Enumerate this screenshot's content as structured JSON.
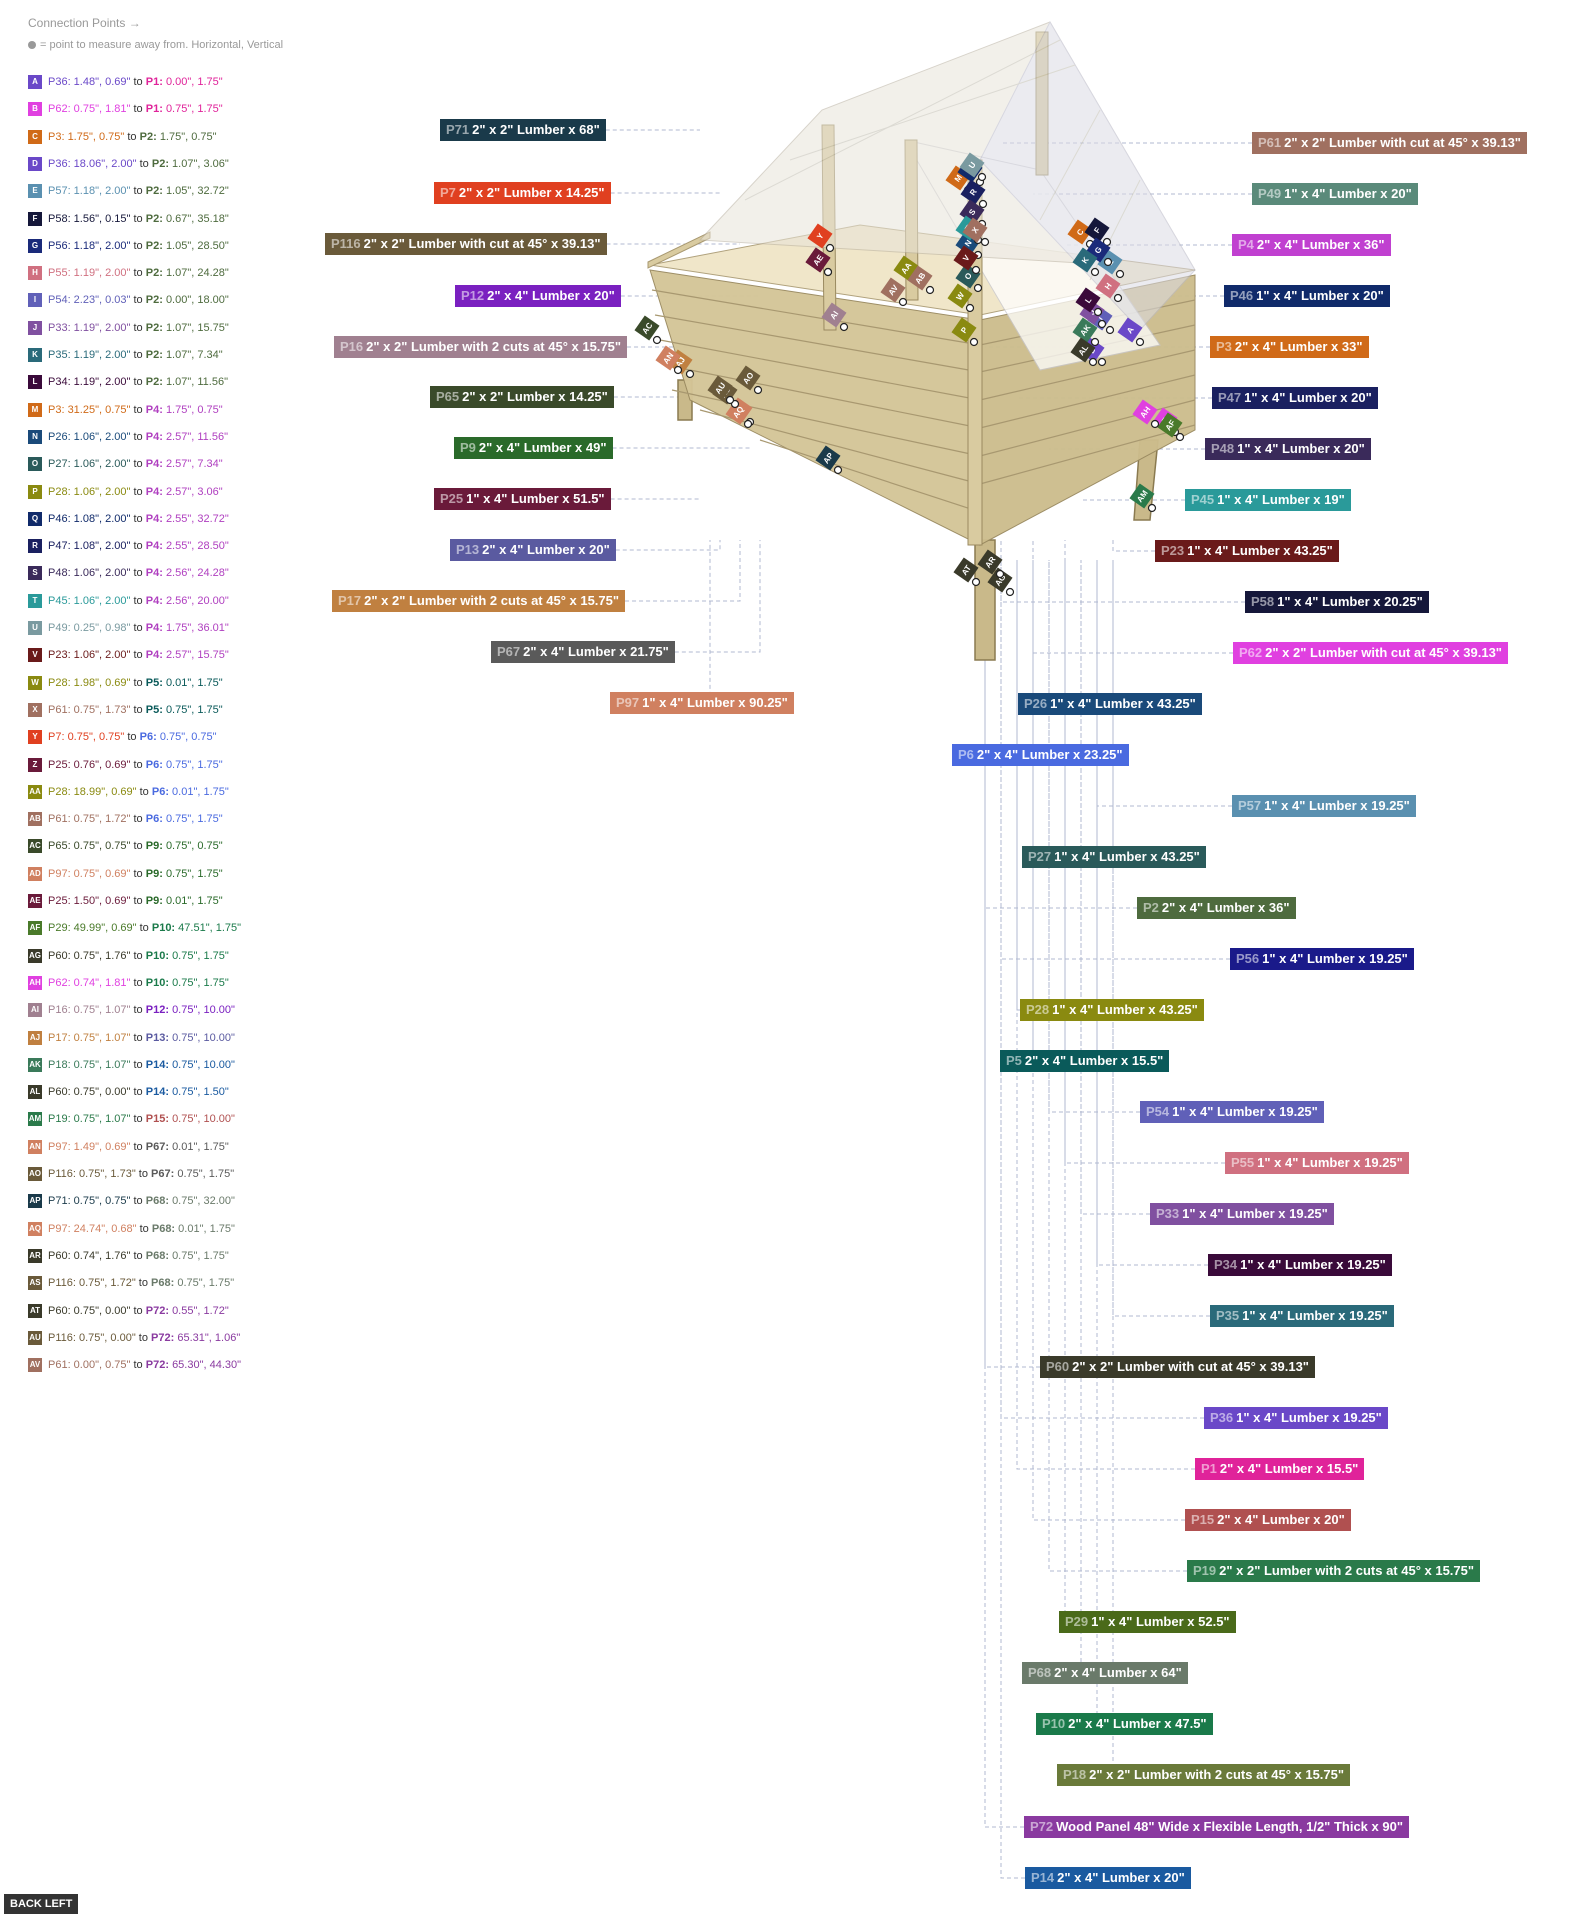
{
  "header": {
    "title": "Connection Points →",
    "subtitle": "= point to measure away from. Horizontal, Vertical"
  },
  "connections": [
    {
      "code": "A",
      "color": "#6a48c8",
      "p1": "P36",
      "v1": "1.48\", 0.69\"",
      "to": "to",
      "p2": "P1",
      "v2": "0.00\", 1.75\"",
      "p2color": "#e0239a"
    },
    {
      "code": "B",
      "color": "#e040e0",
      "p1": "P62",
      "v1": "0.75\", 1.81\"",
      "to": "to",
      "p2": "P1",
      "v2": "0.75\", 1.75\"",
      "p2color": "#e0239a"
    },
    {
      "code": "C",
      "color": "#d06a18",
      "p1": "P3",
      "v1": "1.75\", 0.75\"",
      "to": "to",
      "p2": "P2",
      "v2": "1.75\", 0.75\"",
      "p2color": "#4e6b3e"
    },
    {
      "code": "D",
      "color": "#6a48c8",
      "p1": "P36",
      "v1": "18.06\", 2.00\"",
      "to": "to",
      "p2": "P2",
      "v2": "1.07\", 3.06\"",
      "p2color": "#4e6b3e"
    },
    {
      "code": "E",
      "color": "#5a90b0",
      "p1": "P57",
      "v1": "1.18\", 2.00\"",
      "to": "to",
      "p2": "P2",
      "v2": "1.05\", 32.72\"",
      "p2color": "#4e6b3e"
    },
    {
      "code": "F",
      "color": "#15173a",
      "p1": "P58",
      "v1": "1.56\", 0.15\"",
      "to": "to",
      "p2": "P2",
      "v2": "0.67\", 35.18\"",
      "p2color": "#4e6b3e"
    },
    {
      "code": "G",
      "color": "#1a2a7a",
      "p1": "P56",
      "v1": "1.18\", 2.00\"",
      "to": "to",
      "p2": "P2",
      "v2": "1.05\", 28.50\"",
      "p2color": "#4e6b3e"
    },
    {
      "code": "H",
      "color": "#d07080",
      "p1": "P55",
      "v1": "1.19\", 2.00\"",
      "to": "to",
      "p2": "P2",
      "v2": "1.07\", 24.28\"",
      "p2color": "#4e6b3e"
    },
    {
      "code": "I",
      "color": "#6060b8",
      "p1": "P54",
      "v1": "2.23\", 0.03\"",
      "to": "to",
      "p2": "P2",
      "v2": "0.00\", 18.00\"",
      "p2color": "#4e6b3e"
    },
    {
      "code": "J",
      "color": "#8050a0",
      "p1": "P33",
      "v1": "1.19\", 2.00\"",
      "to": "to",
      "p2": "P2",
      "v2": "1.07\", 15.75\"",
      "p2color": "#4e6b3e"
    },
    {
      "code": "K",
      "color": "#2a6a7a",
      "p1": "P35",
      "v1": "1.19\", 2.00\"",
      "to": "to",
      "p2": "P2",
      "v2": "1.07\", 7.34\"",
      "p2color": "#4e6b3e"
    },
    {
      "code": "L",
      "color": "#3a0a3a",
      "p1": "P34",
      "v1": "1.19\", 2.00\"",
      "to": "to",
      "p2": "P2",
      "v2": "1.07\", 11.56\"",
      "p2color": "#4e6b3e"
    },
    {
      "code": "M",
      "color": "#d06a18",
      "p1": "P3",
      "v1": "31.25\", 0.75\"",
      "to": "to",
      "p2": "P4",
      "v2": "1.75\", 0.75\"",
      "p2color": "#b040c0"
    },
    {
      "code": "N",
      "color": "#1a4a7a",
      "p1": "P26",
      "v1": "1.06\", 2.00\"",
      "to": "to",
      "p2": "P4",
      "v2": "2.57\", 11.56\"",
      "p2color": "#b040c0"
    },
    {
      "code": "O",
      "color": "#2a5a5a",
      "p1": "P27",
      "v1": "1.06\", 2.00\"",
      "to": "to",
      "p2": "P4",
      "v2": "2.57\", 7.34\"",
      "p2color": "#b040c0"
    },
    {
      "code": "P",
      "color": "#8a8a10",
      "p1": "P28",
      "v1": "1.06\", 2.00\"",
      "to": "to",
      "p2": "P4",
      "v2": "2.57\", 3.06\"",
      "p2color": "#b040c0"
    },
    {
      "code": "Q",
      "color": "#102a6a",
      "p1": "P46",
      "v1": "1.08\", 2.00\"",
      "to": "to",
      "p2": "P4",
      "v2": "2.55\", 32.72\"",
      "p2color": "#b040c0"
    },
    {
      "code": "R",
      "color": "#1a2060",
      "p1": "P47",
      "v1": "1.08\", 2.00\"",
      "to": "to",
      "p2": "P4",
      "v2": "2.55\", 28.50\"",
      "p2color": "#b040c0"
    },
    {
      "code": "S",
      "color": "#3a2a5a",
      "p1": "P48",
      "v1": "1.06\", 2.00\"",
      "to": "to",
      "p2": "P4",
      "v2": "2.56\", 24.28\"",
      "p2color": "#b040c0"
    },
    {
      "code": "T",
      "color": "#2a9a9a",
      "p1": "P45",
      "v1": "1.06\", 2.00\"",
      "to": "to",
      "p2": "P4",
      "v2": "2.56\", 20.00\"",
      "p2color": "#b040c0"
    },
    {
      "code": "U",
      "color": "#7a9aa0",
      "p1": "P49",
      "v1": "0.25\", 0.98\"",
      "to": "to",
      "p2": "P4",
      "v2": "1.75\", 36.01\"",
      "p2color": "#b040c0"
    },
    {
      "code": "V",
      "color": "#6a1a1a",
      "p1": "P23",
      "v1": "1.06\", 2.00\"",
      "to": "to",
      "p2": "P4",
      "v2": "2.57\", 15.75\"",
      "p2color": "#b040c0"
    },
    {
      "code": "W",
      "color": "#8a8a10",
      "p1": "P28",
      "v1": "1.98\", 0.69\"",
      "to": "to",
      "p2": "P5",
      "v2": "0.01\", 1.75\"",
      "p2color": "#0a5a5a"
    },
    {
      "code": "X",
      "color": "#a07060",
      "p1": "P61",
      "v1": "0.75\", 1.73\"",
      "to": "to",
      "p2": "P5",
      "v2": "0.75\", 1.75\"",
      "p2color": "#0a5a5a"
    },
    {
      "code": "Y",
      "color": "#e04020",
      "p1": "P7",
      "v1": "0.75\", 0.75\"",
      "to": "to",
      "p2": "P6",
      "v2": "0.75\", 0.75\"",
      "p2color": "#4a6ae0"
    },
    {
      "code": "Z",
      "color": "#6a1a3a",
      "p1": "P25",
      "v1": "0.76\", 0.69\"",
      "to": "to",
      "p2": "P6",
      "v2": "0.75\", 1.75\"",
      "p2color": "#4a6ae0"
    },
    {
      "code": "AA",
      "color": "#8a8a10",
      "p1": "P28",
      "v1": "18.99\", 0.69\"",
      "to": "to",
      "p2": "P6",
      "v2": "0.01\", 1.75\"",
      "p2color": "#4a6ae0"
    },
    {
      "code": "AB",
      "color": "#a07060",
      "p1": "P61",
      "v1": "0.75\", 1.72\"",
      "to": "to",
      "p2": "P6",
      "v2": "0.75\", 1.75\"",
      "p2color": "#4a6ae0"
    },
    {
      "code": "AC",
      "color": "#3a4a2a",
      "p1": "P65",
      "v1": "0.75\", 0.75\"",
      "to": "to",
      "p2": "P9",
      "v2": "0.75\", 0.75\"",
      "p2color": "#2a6a2a"
    },
    {
      "code": "AD",
      "color": "#d08060",
      "p1": "P97",
      "v1": "0.75\", 0.69\"",
      "to": "to",
      "p2": "P9",
      "v2": "0.75\", 1.75\"",
      "p2color": "#2a6a2a"
    },
    {
      "code": "AE",
      "color": "#6a1a3a",
      "p1": "P25",
      "v1": "1.50\", 0.69\"",
      "to": "to",
      "p2": "P9",
      "v2": "0.01\", 1.75\"",
      "p2color": "#2a6a2a"
    },
    {
      "code": "AF",
      "color": "#4a7a2a",
      "p1": "P29",
      "v1": "49.99\", 0.69\"",
      "to": "to",
      "p2": "P10",
      "v2": "47.51\", 1.75\"",
      "p2color": "#1a7a4a"
    },
    {
      "code": "AG",
      "color": "#3a3a2a",
      "p1": "P60",
      "v1": "0.75\", 1.76\"",
      "to": "to",
      "p2": "P10",
      "v2": "0.75\", 1.75\"",
      "p2color": "#1a7a4a"
    },
    {
      "code": "AH",
      "color": "#e040e0",
      "p1": "P62",
      "v1": "0.74\", 1.81\"",
      "to": "to",
      "p2": "P10",
      "v2": "0.75\", 1.75\"",
      "p2color": "#1a7a4a"
    },
    {
      "code": "AI",
      "color": "#a08090",
      "p1": "P16",
      "v1": "0.75\", 1.07\"",
      "to": "to",
      "p2": "P12",
      "v2": "0.75\", 10.00\"",
      "p2color": "#7a20c0"
    },
    {
      "code": "AJ",
      "color": "#c08040",
      "p1": "P17",
      "v1": "0.75\", 1.07\"",
      "to": "to",
      "p2": "P13",
      "v2": "0.75\", 10.00\"",
      "p2color": "#5a5aa0"
    },
    {
      "code": "AK",
      "color": "#3a7a5a",
      "p1": "P18",
      "v1": "0.75\", 1.07\"",
      "to": "to",
      "p2": "P14",
      "v2": "0.75\", 10.00\"",
      "p2color": "#1a5aa0"
    },
    {
      "code": "AL",
      "color": "#3a3a2a",
      "p1": "P60",
      "v1": "0.75\", 0.00\"",
      "to": "to",
      "p2": "P14",
      "v2": "0.75\", 1.50\"",
      "p2color": "#1a5aa0"
    },
    {
      "code": "AM",
      "color": "#2a7a4a",
      "p1": "P19",
      "v1": "0.75\", 1.07\"",
      "to": "to",
      "p2": "P15",
      "v2": "0.75\", 10.00\"",
      "p2color": "#b05050"
    },
    {
      "code": "AN",
      "color": "#d08060",
      "p1": "P97",
      "v1": "1.49\", 0.69\"",
      "to": "to",
      "p2": "P67",
      "v2": "0.01\", 1.75\"",
      "p2color": "#5a5a5a"
    },
    {
      "code": "AO",
      "color": "#6a5a3a",
      "p1": "P116",
      "v1": "0.75\", 1.73\"",
      "to": "to",
      "p2": "P67",
      "v2": "0.75\", 1.75\"",
      "p2color": "#5a5a5a"
    },
    {
      "code": "AP",
      "color": "#1a3a4a",
      "p1": "P71",
      "v1": "0.75\", 0.75\"",
      "to": "to",
      "p2": "P68",
      "v2": "0.75\", 32.00\"",
      "p2color": "#6a7a6a"
    },
    {
      "code": "AQ",
      "color": "#d08060",
      "p1": "P97",
      "v1": "24.74\", 0.68\"",
      "to": "to",
      "p2": "P68",
      "v2": "0.01\", 1.75\"",
      "p2color": "#6a7a6a"
    },
    {
      "code": "AR",
      "color": "#3a3a2a",
      "p1": "P60",
      "v1": "0.74\", 1.76\"",
      "to": "to",
      "p2": "P68",
      "v2": "0.75\", 1.75\"",
      "p2color": "#6a7a6a"
    },
    {
      "code": "AS",
      "color": "#6a5a3a",
      "p1": "P116",
      "v1": "0.75\", 1.72\"",
      "to": "to",
      "p2": "P68",
      "v2": "0.75\", 1.75\"",
      "p2color": "#6a7a6a"
    },
    {
      "code": "AT",
      "color": "#3a3a2a",
      "p1": "P60",
      "v1": "0.75\", 0.00\"",
      "to": "to",
      "p2": "P72",
      "v2": "0.55\", 1.72\"",
      "p2color": "#8a3aa0"
    },
    {
      "code": "AU",
      "color": "#6a5a3a",
      "p1": "P116",
      "v1": "0.75\", 0.00\"",
      "to": "to",
      "p2": "P72",
      "v2": "65.31\", 1.06\"",
      "p2color": "#8a3aa0"
    },
    {
      "code": "AV",
      "color": "#a07060",
      "p1": "P61",
      "v1": "0.00\", 0.75\"",
      "to": "to",
      "p2": "P72",
      "v2": "65.30\", 44.30\"",
      "p2color": "#8a3aa0"
    }
  ],
  "parts": [
    {
      "id": "P71",
      "desc": "2\" x 2\" Lumber x 68\"",
      "color": "#1a3a4a"
    },
    {
      "id": "P61",
      "desc": "2\" x 2\" Lumber with cut at 45° x 39.13\"",
      "color": "#a07060"
    },
    {
      "id": "P7",
      "desc": "2\" x 2\" Lumber x 14.25\"",
      "color": "#e04020"
    },
    {
      "id": "P49",
      "desc": "1\" x 4\" Lumber  x 20\"",
      "color": "#5a8a7a"
    },
    {
      "id": "P116",
      "desc": "2\" x 2\" Lumber with cut at 45° x 39.13\"",
      "color": "#6a5a3a"
    },
    {
      "id": "P4",
      "desc": "2\" x 4\" Lumber  x 36\"",
      "color": "#c040d0"
    },
    {
      "id": "P12",
      "desc": "2\" x 4\" Lumber  x 20\"",
      "color": "#7a20c0"
    },
    {
      "id": "P46",
      "desc": "1\" x 4\" Lumber  x 20\"",
      "color": "#102a6a"
    },
    {
      "id": "P16",
      "desc": "2\" x 2\" Lumber with 2 cuts at 45°  x 15.75\"",
      "color": "#a08090"
    },
    {
      "id": "P3",
      "desc": "2\" x 4\" Lumber  x 33\"",
      "color": "#d06a18"
    },
    {
      "id": "P65",
      "desc": "2\" x 2\" Lumber x 14.25\"",
      "color": "#3a4a2a"
    },
    {
      "id": "P47",
      "desc": "1\" x 4\" Lumber  x 20\"",
      "color": "#1a2060"
    },
    {
      "id": "P9",
      "desc": "2\" x 4\" Lumber  x 49\"",
      "color": "#2a6a2a"
    },
    {
      "id": "P48",
      "desc": "1\" x 4\" Lumber  x 20\"",
      "color": "#3a2a5a"
    },
    {
      "id": "P25",
      "desc": "1\" x 4\" Lumber  x 51.5\"",
      "color": "#6a1a3a"
    },
    {
      "id": "P45",
      "desc": "1\" x 4\" Lumber  x 19\"",
      "color": "#2a9a9a"
    },
    {
      "id": "P13",
      "desc": "2\" x 4\" Lumber  x 20\"",
      "color": "#5a5aa0"
    },
    {
      "id": "P23",
      "desc": "1\" x 4\" Lumber  x 43.25\"",
      "color": "#6a1a1a"
    },
    {
      "id": "P17",
      "desc": "2\" x 2\" Lumber with 2 cuts at 45°  x 15.75\"",
      "color": "#c08040"
    },
    {
      "id": "P58",
      "desc": "1\" x 4\" Lumber  x 20.25\"",
      "color": "#15173a"
    },
    {
      "id": "P67",
      "desc": "2\" x 4\" Lumber  x 21.75\"",
      "color": "#5a5a5a"
    },
    {
      "id": "P62",
      "desc": "2\" x 2\" Lumber with cut at 45° x 39.13\"",
      "color": "#e040e0"
    },
    {
      "id": "P97",
      "desc": "1\" x 4\" Lumber  x 90.25\"",
      "color": "#d08060"
    },
    {
      "id": "P26",
      "desc": "1\" x 4\" Lumber  x 43.25\"",
      "color": "#1a4a7a"
    },
    {
      "id": "P6",
      "desc": "2\" x 4\" Lumber  x 23.25\"",
      "color": "#4a6ae0"
    },
    {
      "id": "P57",
      "desc": "1\" x 4\" Lumber  x 19.25\"",
      "color": "#5a90b0"
    },
    {
      "id": "P27",
      "desc": "1\" x 4\" Lumber  x 43.25\"",
      "color": "#2a5a5a"
    },
    {
      "id": "P2",
      "desc": "2\" x 4\" Lumber  x 36\"",
      "color": "#4e6b3e"
    },
    {
      "id": "P56",
      "desc": "1\" x 4\" Lumber  x 19.25\"",
      "color": "#1a1a8a"
    },
    {
      "id": "P28",
      "desc": "1\" x 4\" Lumber  x 43.25\"",
      "color": "#8a8a10"
    },
    {
      "id": "P5",
      "desc": "2\" x 4\" Lumber  x 15.5\"",
      "color": "#0a5a5a"
    },
    {
      "id": "P54",
      "desc": "1\" x 4\" Lumber  x 19.25\"",
      "color": "#6060b8"
    },
    {
      "id": "P55",
      "desc": "1\" x 4\" Lumber  x 19.25\"",
      "color": "#d07080"
    },
    {
      "id": "P33",
      "desc": "1\" x 4\" Lumber  x 19.25\"",
      "color": "#8050a0"
    },
    {
      "id": "P34",
      "desc": "1\" x 4\" Lumber  x 19.25\"",
      "color": "#3a0a3a"
    },
    {
      "id": "P35",
      "desc": "1\" x 4\" Lumber  x 19.25\"",
      "color": "#2a6a7a"
    },
    {
      "id": "P60",
      "desc": "2\" x 2\" Lumber with cut at 45° x 39.13\"",
      "color": "#3a3a2a"
    },
    {
      "id": "P36",
      "desc": "1\" x 4\" Lumber  x 19.25\"",
      "color": "#6a48c8"
    },
    {
      "id": "P1",
      "desc": "2\" x 4\" Lumber  x 15.5\"",
      "color": "#e0239a"
    },
    {
      "id": "P15",
      "desc": "2\" x 4\" Lumber  x 20\"",
      "color": "#b05050"
    },
    {
      "id": "P19",
      "desc": "2\" x 2\" Lumber with 2 cuts at 45°  x 15.75\"",
      "color": "#2a7a4a"
    },
    {
      "id": "P29",
      "desc": "1\" x 4\" Lumber  x 52.5\"",
      "color": "#4a6a1a"
    },
    {
      "id": "P68",
      "desc": "2\" x 4\" Lumber  x 64\"",
      "color": "#6a7a6a"
    },
    {
      "id": "P10",
      "desc": "2\" x 4\" Lumber  x 47.5\"",
      "color": "#1a7a4a"
    },
    {
      "id": "P18",
      "desc": "2\" x 2\" Lumber with 2 cuts at 45°  x 15.75\"",
      "color": "#6a7a3a"
    },
    {
      "id": "P72",
      "desc": "Wood Panel 48\" Wide x Flexible Length, 1/2\" Thick x 90\"",
      "color": "#8a3aa0"
    },
    {
      "id": "P14",
      "desc": "2\" x 4\" Lumber  x 20\"",
      "color": "#1a5aa0"
    }
  ],
  "footer": {
    "back_label": "BACK LEFT"
  }
}
